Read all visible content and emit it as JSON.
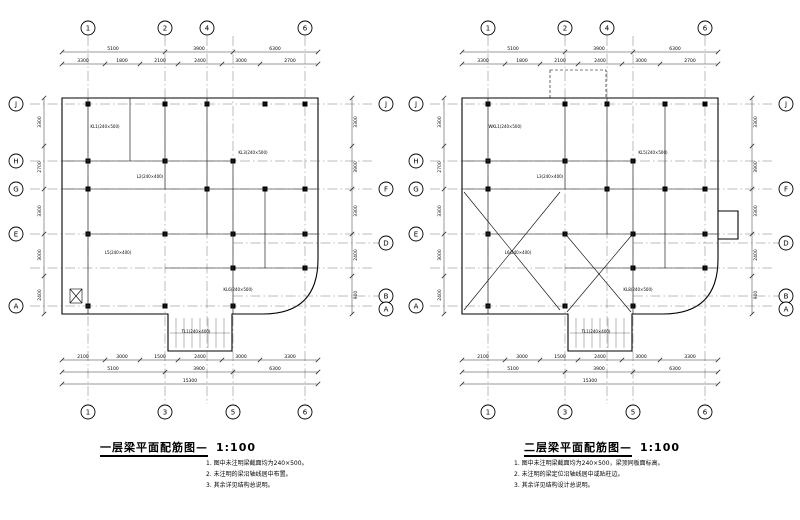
{
  "document": {
    "background": "#ffffff",
    "line_color": "#000000"
  },
  "plans": [
    {
      "title": "一层梁平面配筋图—",
      "scale": "1:100",
      "axes_top": [
        "1",
        "2",
        "4",
        "6"
      ],
      "axes_bottom": [
        "1",
        "3",
        "5",
        "6"
      ],
      "axes_left": [
        "J",
        "H",
        "G",
        "E",
        "A"
      ],
      "axes_right": [
        "J",
        "F",
        "D",
        "B",
        "A"
      ],
      "dims_top_major": [
        "5100",
        "3900",
        "6300"
      ],
      "dims_top_minor": [
        "3300",
        "1800",
        "2100",
        "2400",
        "3000",
        "2700"
      ],
      "dims_bottom_minor": [
        "2100",
        "3000",
        "1500",
        "2400",
        "3000",
        "3300"
      ],
      "dims_bottom_major": [
        "5100",
        "3900",
        "6300"
      ],
      "dim_total": "15300",
      "dims_left": [
        "3300",
        "2700",
        "3300",
        "3000",
        "2400"
      ],
      "dims_right": [
        "3300",
        "3900",
        "3300",
        "2400",
        "900"
      ],
      "beam_labels": [
        "KL1(240×500)",
        "L2(240×400)",
        "KL3(240×500)",
        "L5(240×400)",
        "KL6(240×500)",
        "TL1(240×400)"
      ],
      "notes": [
        "1. 图中未注明梁截面均为240×500。",
        "2. 未注明的梁沿轴线居中布置。",
        "3. 其余详见结构总说明。"
      ]
    },
    {
      "title": "二层梁平面配筋图—",
      "scale": "1:100",
      "axes_top": [
        "1",
        "2",
        "4",
        "6"
      ],
      "axes_bottom": [
        "1",
        "3",
        "5",
        "6"
      ],
      "axes_left": [
        "J",
        "H",
        "G",
        "E",
        "A"
      ],
      "axes_right": [
        "J",
        "F",
        "D",
        "B",
        "A"
      ],
      "dims_top_major": [
        "5100",
        "3900",
        "6300"
      ],
      "dims_top_minor": [
        "3300",
        "1800",
        "2100",
        "2400",
        "3000",
        "2700"
      ],
      "dims_bottom_minor": [
        "2100",
        "3000",
        "1500",
        "2400",
        "3000",
        "3300"
      ],
      "dims_bottom_major": [
        "5100",
        "3900",
        "6300"
      ],
      "dim_total": "15300",
      "dims_left": [
        "3300",
        "2700",
        "3300",
        "3000",
        "2400"
      ],
      "dims_right": [
        "3300",
        "3900",
        "3300",
        "2400",
        "900"
      ],
      "beam_labels": [
        "WKL1(240×500)",
        "L3(240×400)",
        "KL5(240×500)",
        "L6(240×400)",
        "KL8(240×500)",
        "TL1(240×400)"
      ],
      "notes": [
        "1. 图中未注明梁截面均为240×500，梁顶同板面标高。",
        "2. 未注明的梁定位沿轴线居中或贴柱边。",
        "3. 其余详见结构设计总说明。"
      ]
    }
  ]
}
